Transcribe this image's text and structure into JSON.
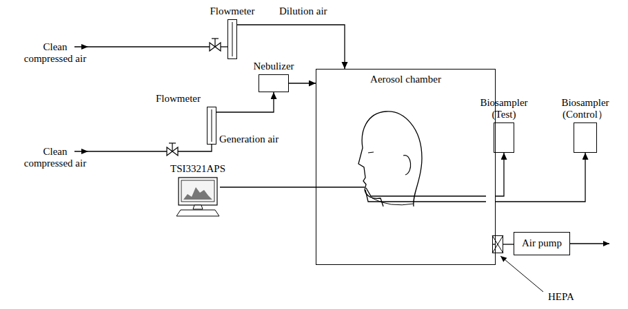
{
  "diagram": {
    "nodes": [
      {
        "text": [
          "Flowmeter"
        ]
      },
      {
        "text": [
          "Flowmeter"
        ]
      },
      {
        "text": [
          "Nebulizer"
        ]
      },
      {
        "text": [
          "Aerosol chamber"
        ]
      },
      {
        "text": [
          "Biosampler (Test)"
        ]
      },
      {
        "text": [
          "Biosampler (Control）"
        ]
      },
      {
        "text": [
          "HEPA"
        ]
      },
      {
        "text": [
          "Air pump"
        ]
      },
      {
        "text": [
          "TSI3321APS"
        ]
      }
    ],
    "edges": [
      {
        "from": 0,
        "to": 3,
        "arrow": "to"
      },
      {
        "from": 1,
        "to": 2,
        "arrow": "to"
      },
      {
        "from": 2,
        "to": 3,
        "arrow": "to"
      },
      {
        "from": 8,
        "to": 3,
        "arrow": "none"
      },
      {
        "from": 3,
        "to": 4,
        "arrow": "to"
      },
      {
        "from": 3,
        "to": 5,
        "arrow": "to"
      },
      {
        "from": 3,
        "to": 6,
        "arrow": "none"
      },
      {
        "from": 6,
        "to": 7,
        "arrow": "none"
      }
    ],
    "labels": [
      "Clean compressed air",
      "Clean compressed air",
      "Dilution air",
      "Generation air"
    ]
  }
}
